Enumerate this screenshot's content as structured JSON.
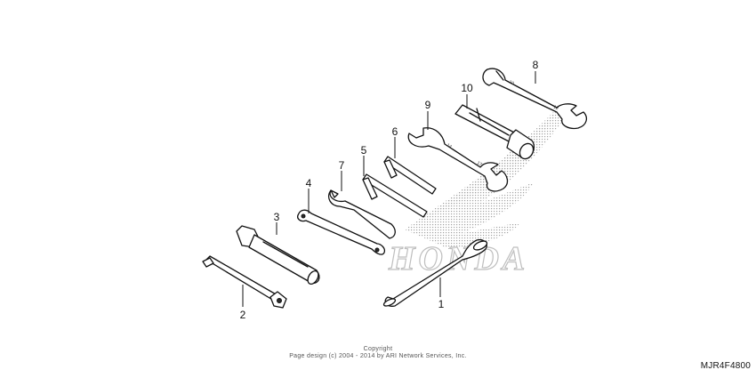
{
  "watermark": {
    "brand": "HONDA",
    "color": "#b8b8b8"
  },
  "parts": [
    {
      "callout": "1",
      "name": "tool-loop-strap"
    },
    {
      "callout": "2",
      "name": "extension-bar"
    },
    {
      "callout": "3",
      "name": "socket-wrench"
    },
    {
      "callout": "4",
      "name": "screwdriver-grip"
    },
    {
      "callout": "5",
      "name": "hex-wrench"
    },
    {
      "callout": "6",
      "name": "hex-wrench"
    },
    {
      "callout": "7",
      "name": "pin-spanner"
    },
    {
      "callout": "8",
      "name": "open-end-wrench"
    },
    {
      "callout": "9",
      "name": "open-end-wrench"
    },
    {
      "callout": "10",
      "name": "spark-plug-wrench"
    }
  ],
  "wrench_stamps": {
    "w8": [
      "10",
      "12"
    ],
    "w9": [
      "14",
      "17"
    ]
  },
  "footer": {
    "copyright_line1": "Copyright",
    "copyright_line2": "Page design (c) 2004 - 2014 by ARI Network Services, Inc.",
    "diagram_code": "MJR4F4800"
  }
}
